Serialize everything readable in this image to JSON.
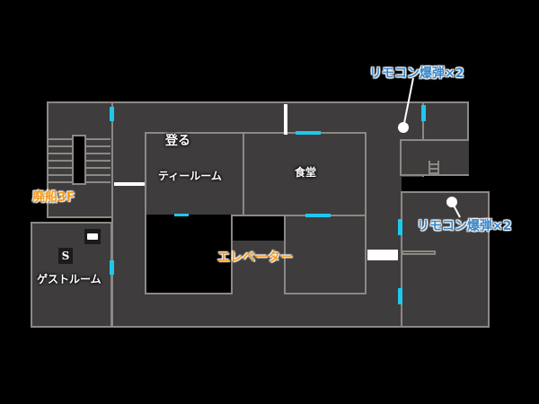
{
  "map": {
    "floor_label": "廃船3F",
    "rooms": {
      "tea_room": "ティールーム",
      "dining": "食堂",
      "guest_room": "ゲストルーム",
      "elevator": "エレベーター",
      "climb": "登る"
    },
    "items": [
      {
        "label": "リモコン爆弾×2"
      },
      {
        "label": "リモコン爆弾×2"
      }
    ],
    "save_icon": "S",
    "colors": {
      "floor": "#3e3c3c",
      "wall": "#8c8884",
      "door": "#1ec8ec",
      "floor_label": "#f39a1a",
      "item_label": "#3a86c8"
    }
  }
}
